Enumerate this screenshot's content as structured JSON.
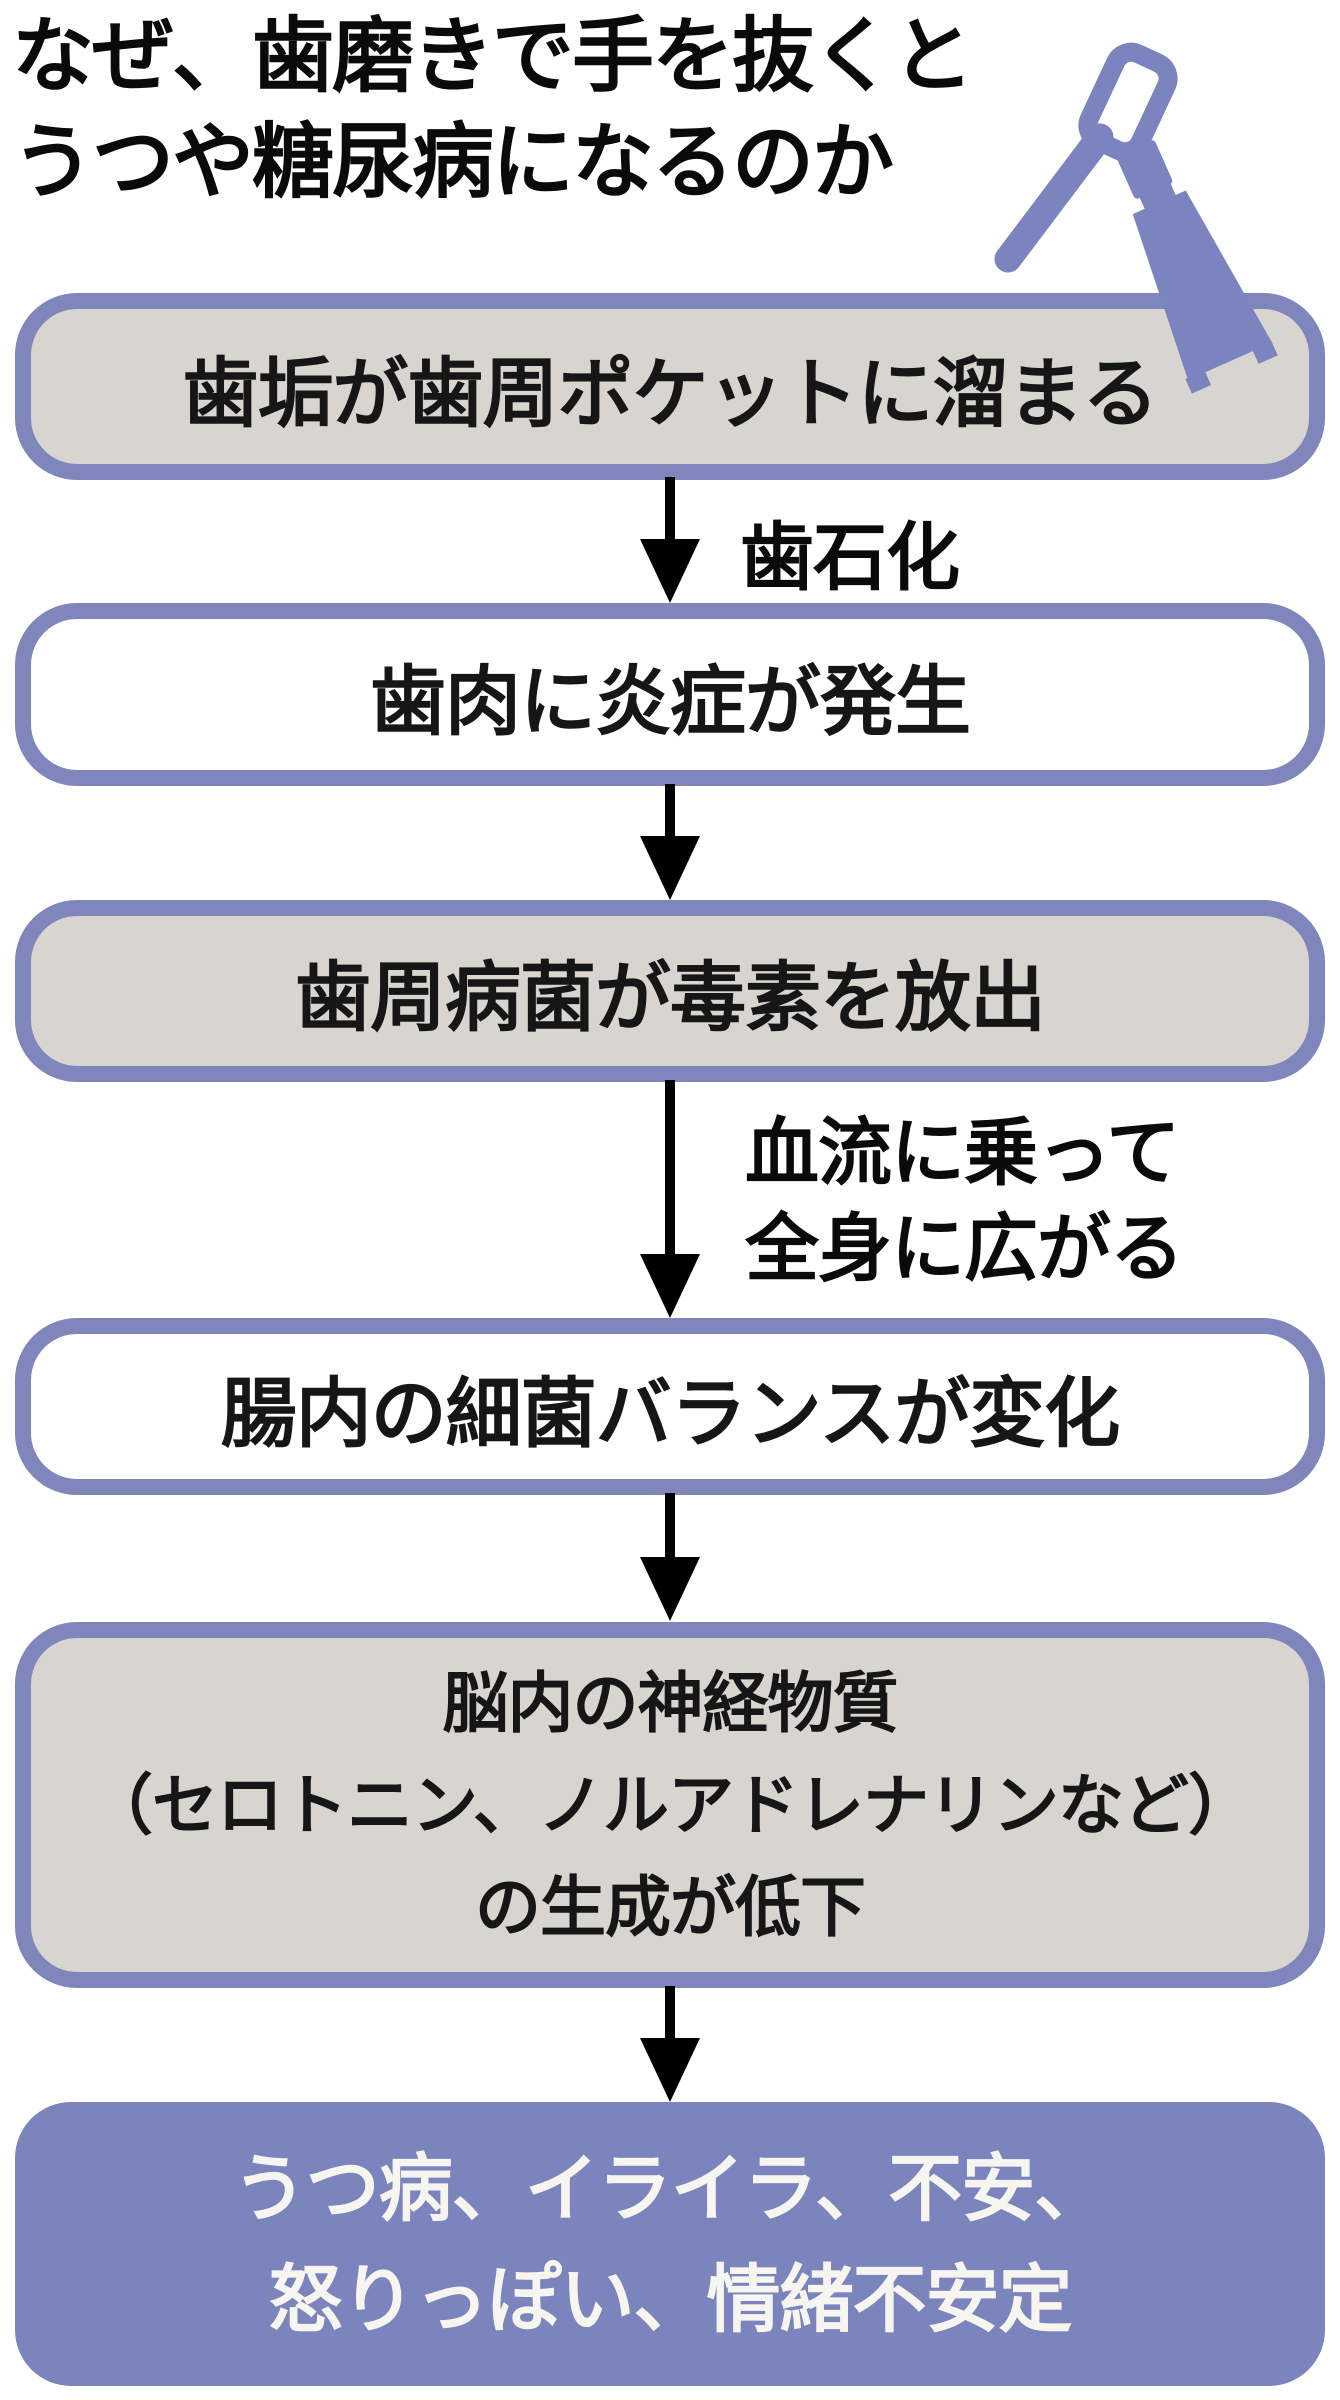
{
  "title": {
    "text": "なぜ、歯磨きで手を抜くと\nうつや糖尿病になるのか"
  },
  "icon": {
    "name": "toothbrush-and-toothpaste",
    "color": "#7b84bf"
  },
  "flow": {
    "steps": [
      {
        "id": 1,
        "text": "歯垢が歯周ポケットに溜まる",
        "variant": "gray"
      },
      {
        "id": 2,
        "text": "歯肉に炎症が発生",
        "variant": "white"
      },
      {
        "id": 3,
        "text": "歯周病菌が毒素を放出",
        "variant": "gray"
      },
      {
        "id": 4,
        "text": "腸内の細菌バランスが変化",
        "variant": "white"
      },
      {
        "id": 5,
        "text": "脳内の神経物質\n（セロトニン、ノルアドレナリンなど）\nの生成が低下",
        "variant": "gray"
      },
      {
        "id": 6,
        "text": "うつ病、イライラ、不安、\n怒りっぽい、情緒不安定",
        "variant": "purple"
      }
    ],
    "arrows": [
      {
        "label": "歯石化"
      },
      {
        "label": ""
      },
      {
        "label": "血流に乗って\n全身に広がる"
      },
      {
        "label": ""
      },
      {
        "label": ""
      }
    ]
  },
  "colors": {
    "accent_purple": "#7e86bb",
    "box_gray": "#d8d4cf",
    "result_box_purple": "#7b84bd",
    "arrow_black": "#000000",
    "result_text": "#f7f5f0",
    "icon_purple": "#7b84bf",
    "title_black": "#0a0a0a"
  }
}
